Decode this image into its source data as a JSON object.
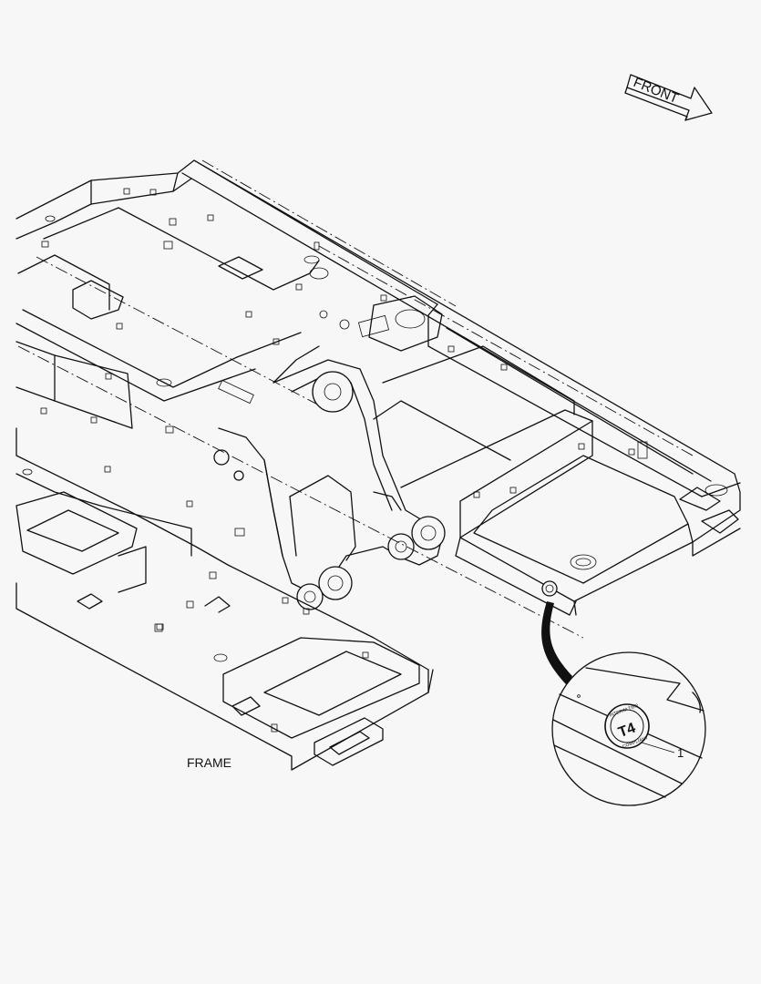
{
  "direction_arrow": {
    "label": "FRONT"
  },
  "caption": {
    "label": "FRAME"
  },
  "detail": {
    "callout_number": "1",
    "badge": {
      "top_text": "INTERIM TIER",
      "center_text": "T4",
      "bottom_text": "COMPLIANT"
    }
  }
}
